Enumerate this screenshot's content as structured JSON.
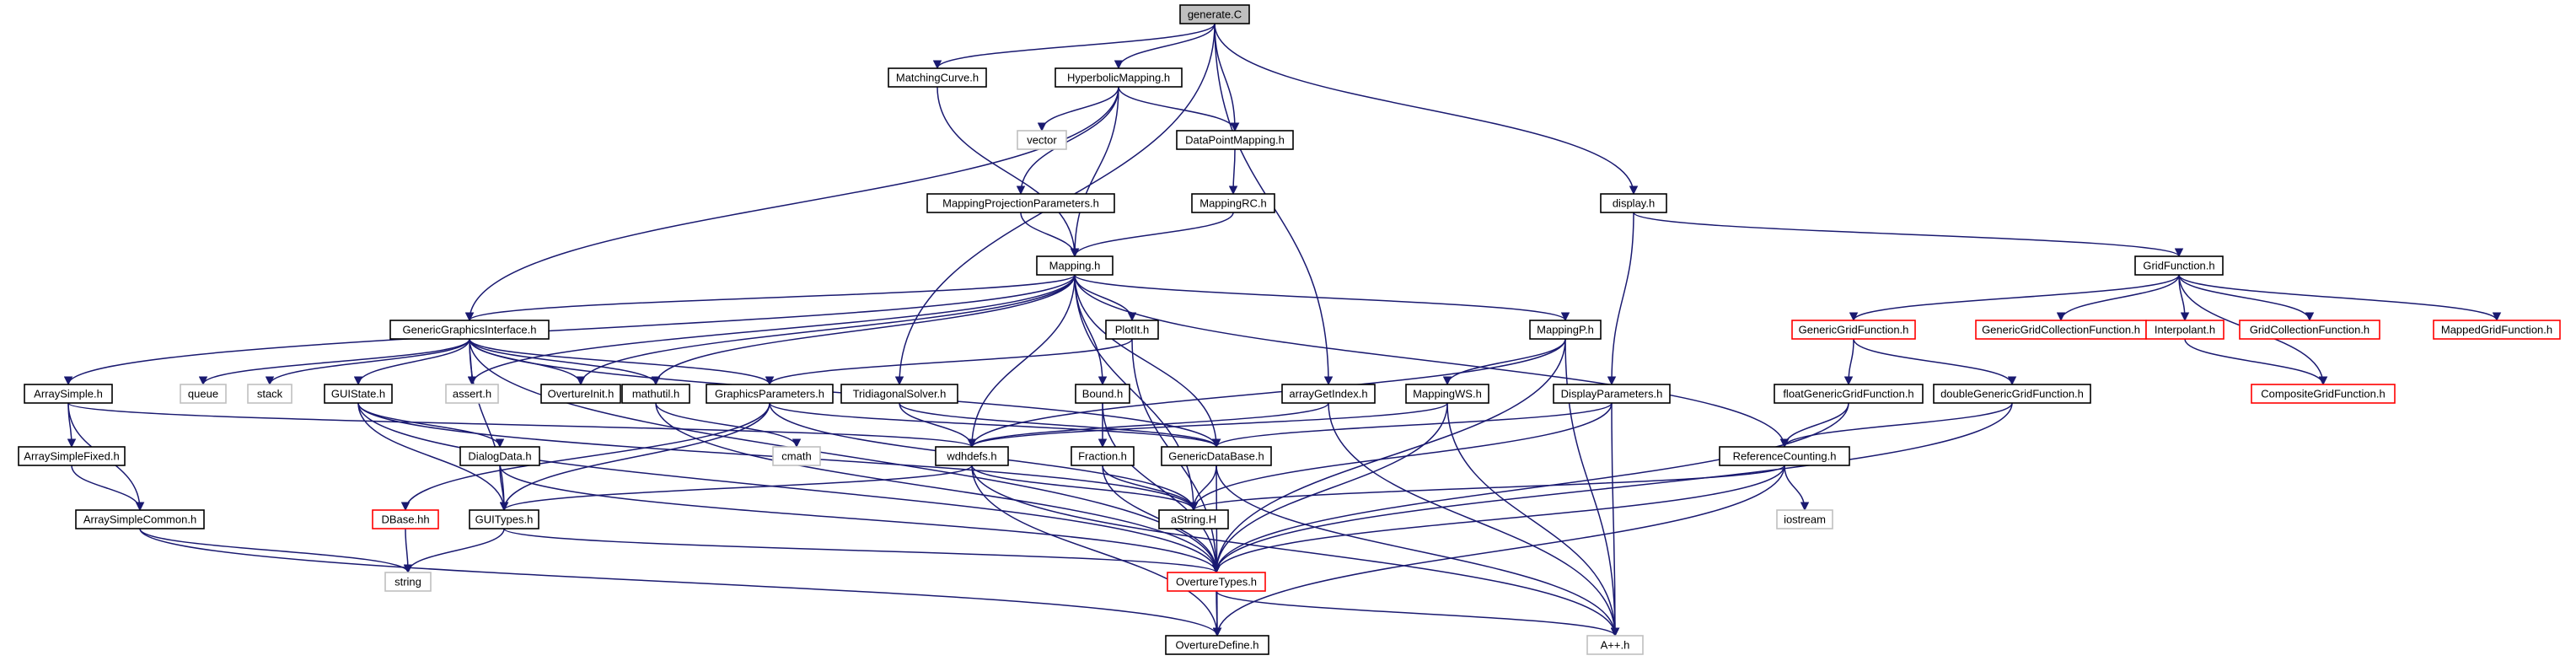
{
  "colors": {
    "edge": "#191970",
    "root_fill": "#bfbfbf",
    "truncated_border": "#ff0000",
    "external_border": "#bfbfbf",
    "node_border": "#000000"
  },
  "nodes": [
    {
      "id": "generateC",
      "label": "generate.C",
      "kind": "root"
    },
    {
      "id": "MatchingCurve",
      "label": "MatchingCurve.h",
      "kind": "normal"
    },
    {
      "id": "HyperbolicMapping",
      "label": "HyperbolicMapping.h",
      "kind": "normal"
    },
    {
      "id": "vector",
      "label": "vector",
      "kind": "ext"
    },
    {
      "id": "DataPointMapping",
      "label": "DataPointMapping.h",
      "kind": "normal"
    },
    {
      "id": "MappingProjectionParameters",
      "label": "MappingProjectionParameters.h",
      "kind": "normal"
    },
    {
      "id": "MappingRC",
      "label": "MappingRC.h",
      "kind": "normal"
    },
    {
      "id": "display",
      "label": "display.h",
      "kind": "normal"
    },
    {
      "id": "Mapping",
      "label": "Mapping.h",
      "kind": "normal"
    },
    {
      "id": "GridFunction",
      "label": "GridFunction.h",
      "kind": "normal"
    },
    {
      "id": "GenericGraphicsInterface",
      "label": "GenericGraphicsInterface.h",
      "kind": "normal"
    },
    {
      "id": "PlotIt",
      "label": "PlotIt.h",
      "kind": "normal"
    },
    {
      "id": "MappingP",
      "label": "MappingP.h",
      "kind": "normal"
    },
    {
      "id": "GenericGridFunction",
      "label": "GenericGridFunction.h",
      "kind": "trunc"
    },
    {
      "id": "GenericGridCollectionFunction",
      "label": "GenericGridCollectionFunction.h",
      "kind": "trunc"
    },
    {
      "id": "Interpolant",
      "label": "Interpolant.h",
      "kind": "trunc"
    },
    {
      "id": "GridCollectionFunction",
      "label": "GridCollectionFunction.h",
      "kind": "trunc"
    },
    {
      "id": "MappedGridFunction",
      "label": "MappedGridFunction.h",
      "kind": "trunc"
    },
    {
      "id": "ArraySimple",
      "label": "ArraySimple.h",
      "kind": "normal"
    },
    {
      "id": "queue",
      "label": "queue",
      "kind": "ext"
    },
    {
      "id": "stack",
      "label": "stack",
      "kind": "ext"
    },
    {
      "id": "GUIState",
      "label": "GUIState.h",
      "kind": "normal"
    },
    {
      "id": "assert",
      "label": "assert.h",
      "kind": "ext"
    },
    {
      "id": "OvertureInit",
      "label": "OvertureInit.h",
      "kind": "normal"
    },
    {
      "id": "mathutil",
      "label": "mathutil.h",
      "kind": "normal"
    },
    {
      "id": "GraphicsParameters",
      "label": "GraphicsParameters.h",
      "kind": "normal"
    },
    {
      "id": "TridiagonalSolver",
      "label": "TridiagonalSolver.h",
      "kind": "normal"
    },
    {
      "id": "Bound",
      "label": "Bound.h",
      "kind": "normal"
    },
    {
      "id": "arrayGetIndex",
      "label": "arrayGetIndex.h",
      "kind": "normal"
    },
    {
      "id": "MappingWS",
      "label": "MappingWS.h",
      "kind": "normal"
    },
    {
      "id": "DisplayParameters",
      "label": "DisplayParameters.h",
      "kind": "normal"
    },
    {
      "id": "floatGenericGridFunction",
      "label": "floatGenericGridFunction.h",
      "kind": "normal"
    },
    {
      "id": "doubleGenericGridFunction",
      "label": "doubleGenericGridFunction.h",
      "kind": "normal"
    },
    {
      "id": "CompositeGridFunction",
      "label": "CompositeGridFunction.h",
      "kind": "trunc"
    },
    {
      "id": "ArraySimpleFixed",
      "label": "ArraySimpleFixed.h",
      "kind": "normal"
    },
    {
      "id": "DialogData",
      "label": "DialogData.h",
      "kind": "normal"
    },
    {
      "id": "cmath",
      "label": "cmath",
      "kind": "ext"
    },
    {
      "id": "wdhdefs",
      "label": "wdhdefs.h",
      "kind": "normal"
    },
    {
      "id": "Fraction",
      "label": "Fraction.h",
      "kind": "normal"
    },
    {
      "id": "GenericDataBase",
      "label": "GenericDataBase.h",
      "kind": "normal"
    },
    {
      "id": "ReferenceCounting",
      "label": "ReferenceCounting.h",
      "kind": "normal"
    },
    {
      "id": "ArraySimpleCommon",
      "label": "ArraySimpleCommon.h",
      "kind": "normal"
    },
    {
      "id": "DBase",
      "label": "DBase.hh",
      "kind": "trunc"
    },
    {
      "id": "GUITypes",
      "label": "GUITypes.h",
      "kind": "normal"
    },
    {
      "id": "aString",
      "label": "aString.H",
      "kind": "normal"
    },
    {
      "id": "iostream",
      "label": "iostream",
      "kind": "ext"
    },
    {
      "id": "string",
      "label": "string",
      "kind": "ext"
    },
    {
      "id": "OvertureTypes",
      "label": "OvertureTypes.h",
      "kind": "trunc"
    },
    {
      "id": "OvertureDefine",
      "label": "OvertureDefine.h",
      "kind": "normal"
    },
    {
      "id": "App",
      "label": "A++.h",
      "kind": "ext"
    }
  ],
  "edges": [
    [
      "generateC",
      "MatchingCurve"
    ],
    [
      "generateC",
      "HyperbolicMapping"
    ],
    [
      "generateC",
      "DataPointMapping"
    ],
    [
      "generateC",
      "display"
    ],
    [
      "generateC",
      "TridiagonalSolver"
    ],
    [
      "generateC",
      "arrayGetIndex"
    ],
    [
      "MatchingCurve",
      "Mapping"
    ],
    [
      "HyperbolicMapping",
      "vector"
    ],
    [
      "HyperbolicMapping",
      "DataPointMapping"
    ],
    [
      "HyperbolicMapping",
      "MappingProjectionParameters"
    ],
    [
      "HyperbolicMapping",
      "Mapping"
    ],
    [
      "HyperbolicMapping",
      "GenericGraphicsInterface"
    ],
    [
      "DataPointMapping",
      "MappingRC"
    ],
    [
      "MappingRC",
      "Mapping"
    ],
    [
      "MappingProjectionParameters",
      "Mapping"
    ],
    [
      "display",
      "GridFunction"
    ],
    [
      "display",
      "DisplayParameters"
    ],
    [
      "Mapping",
      "ArraySimple"
    ],
    [
      "Mapping",
      "GenericGraphicsInterface"
    ],
    [
      "Mapping",
      "PlotIt"
    ],
    [
      "Mapping",
      "MappingP"
    ],
    [
      "Mapping",
      "assert"
    ],
    [
      "Mapping",
      "OvertureInit"
    ],
    [
      "Mapping",
      "mathutil"
    ],
    [
      "Mapping",
      "Bound"
    ],
    [
      "Mapping",
      "wdhdefs"
    ],
    [
      "Mapping",
      "GenericDataBase"
    ],
    [
      "Mapping",
      "aString"
    ],
    [
      "Mapping",
      "ReferenceCounting"
    ],
    [
      "GridFunction",
      "GenericGridFunction"
    ],
    [
      "GridFunction",
      "GenericGridCollectionFunction"
    ],
    [
      "GridFunction",
      "Interpolant"
    ],
    [
      "GridFunction",
      "GridCollectionFunction"
    ],
    [
      "GridFunction",
      "MappedGridFunction"
    ],
    [
      "GridFunction",
      "CompositeGridFunction"
    ],
    [
      "GenericGraphicsInterface",
      "queue"
    ],
    [
      "GenericGraphicsInterface",
      "stack"
    ],
    [
      "GenericGraphicsInterface",
      "GUIState"
    ],
    [
      "GenericGraphicsInterface",
      "assert"
    ],
    [
      "GenericGraphicsInterface",
      "OvertureInit"
    ],
    [
      "GenericGraphicsInterface",
      "mathutil"
    ],
    [
      "GenericGraphicsInterface",
      "GraphicsParameters"
    ],
    [
      "GenericGraphicsInterface",
      "GenericDataBase"
    ],
    [
      "GenericGraphicsInterface",
      "GUITypes"
    ],
    [
      "GenericGraphicsInterface",
      "OvertureTypes"
    ],
    [
      "PlotIt",
      "GraphicsParameters"
    ],
    [
      "PlotIt",
      "OvertureTypes"
    ],
    [
      "MappingP",
      "MappingWS"
    ],
    [
      "MappingP",
      "wdhdefs"
    ],
    [
      "MappingP",
      "App"
    ],
    [
      "MappingP",
      "OvertureTypes"
    ],
    [
      "GenericGridFunction",
      "floatGenericGridFunction"
    ],
    [
      "GenericGridFunction",
      "doubleGenericGridFunction"
    ],
    [
      "Interpolant",
      "CompositeGridFunction"
    ],
    [
      "ArraySimple",
      "ArraySimpleFixed"
    ],
    [
      "ArraySimple",
      "ArraySimpleCommon"
    ],
    [
      "ArraySimple",
      "wdhdefs"
    ],
    [
      "GUIState",
      "DialogData"
    ],
    [
      "GUIState",
      "GUITypes"
    ],
    [
      "GUIState",
      "aString"
    ],
    [
      "GUIState",
      "OvertureTypes"
    ],
    [
      "mathutil",
      "cmath"
    ],
    [
      "mathutil",
      "OvertureTypes"
    ],
    [
      "GraphicsParameters",
      "DBase"
    ],
    [
      "GraphicsParameters",
      "GUITypes"
    ],
    [
      "GraphicsParameters",
      "aString"
    ],
    [
      "GraphicsParameters",
      "GenericDataBase"
    ],
    [
      "TridiagonalSolver",
      "wdhdefs"
    ],
    [
      "TridiagonalSolver",
      "GenericDataBase"
    ],
    [
      "Bound",
      "Fraction"
    ],
    [
      "Bound",
      "OvertureTypes"
    ],
    [
      "arrayGetIndex",
      "wdhdefs"
    ],
    [
      "arrayGetIndex",
      "App"
    ],
    [
      "MappingWS",
      "wdhdefs"
    ],
    [
      "MappingWS",
      "App"
    ],
    [
      "MappingWS",
      "OvertureTypes"
    ],
    [
      "DisplayParameters",
      "GenericDataBase"
    ],
    [
      "DisplayParameters",
      "aString"
    ],
    [
      "DisplayParameters",
      "App"
    ],
    [
      "floatGenericGridFunction",
      "ReferenceCounting"
    ],
    [
      "floatGenericGridFunction",
      "OvertureTypes"
    ],
    [
      "doubleGenericGridFunction",
      "ReferenceCounting"
    ],
    [
      "doubleGenericGridFunction",
      "OvertureTypes"
    ],
    [
      "ArraySimpleFixed",
      "ArraySimpleCommon"
    ],
    [
      "ArraySimpleCommon",
      "string"
    ],
    [
      "ArraySimpleCommon",
      "OvertureDefine"
    ],
    [
      "DialogData",
      "GUITypes"
    ],
    [
      "DialogData",
      "OvertureTypes"
    ],
    [
      "wdhdefs",
      "GUITypes"
    ],
    [
      "wdhdefs",
      "aString"
    ],
    [
      "wdhdefs",
      "OvertureDefine"
    ],
    [
      "wdhdefs",
      "App"
    ],
    [
      "Fraction",
      "aString"
    ],
    [
      "Fraction",
      "OvertureTypes"
    ],
    [
      "GenericDataBase",
      "aString"
    ],
    [
      "GenericDataBase",
      "OvertureDefine"
    ],
    [
      "GenericDataBase",
      "App"
    ],
    [
      "ReferenceCounting",
      "iostream"
    ],
    [
      "ReferenceCounting",
      "aString"
    ],
    [
      "ReferenceCounting",
      "OvertureTypes"
    ],
    [
      "ReferenceCounting",
      "OvertureDefine"
    ],
    [
      "DBase",
      "string"
    ],
    [
      "GUITypes",
      "string"
    ],
    [
      "GUITypes",
      "OvertureTypes"
    ],
    [
      "OvertureTypes",
      "OvertureDefine"
    ],
    [
      "OvertureTypes",
      "App"
    ]
  ]
}
